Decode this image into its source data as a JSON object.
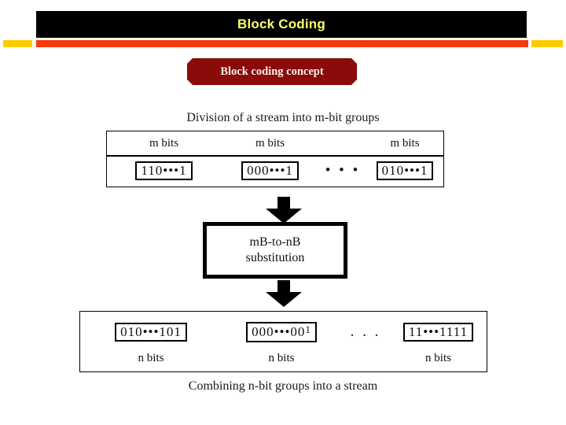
{
  "slide": {
    "title": "Block Coding",
    "banner": "Block coding concept",
    "colors": {
      "title_bar_bg": "#000000",
      "title_text": "#ffff66",
      "orange_rule": "#f53b08",
      "yellow_rule": "#ffcc00",
      "banner_bg": "#8b0a0a",
      "banner_text": "#fdf5e6"
    }
  },
  "figure": {
    "top_caption": "Division of a stream into m-bit groups",
    "bottom_caption": "Combining n-bit groups into a stream",
    "top_row": {
      "labels": [
        "m bits",
        "m bits",
        "m bits"
      ],
      "groups": [
        "110•••1",
        "000•••1",
        "010•••1"
      ],
      "separator": "• • •"
    },
    "process": {
      "line1": "mB-to-nB",
      "line2": "substitution"
    },
    "bottom_row": {
      "groups": [
        "010•••101",
        "000•••00",
        "11•••1111"
      ],
      "group2_superscript": "1",
      "labels": [
        "n bits",
        "n bits",
        "n bits"
      ],
      "separator": ". . ."
    },
    "arrows": [
      "down-arrow-into-substitution",
      "down-arrow-out-of-substitution"
    ]
  }
}
